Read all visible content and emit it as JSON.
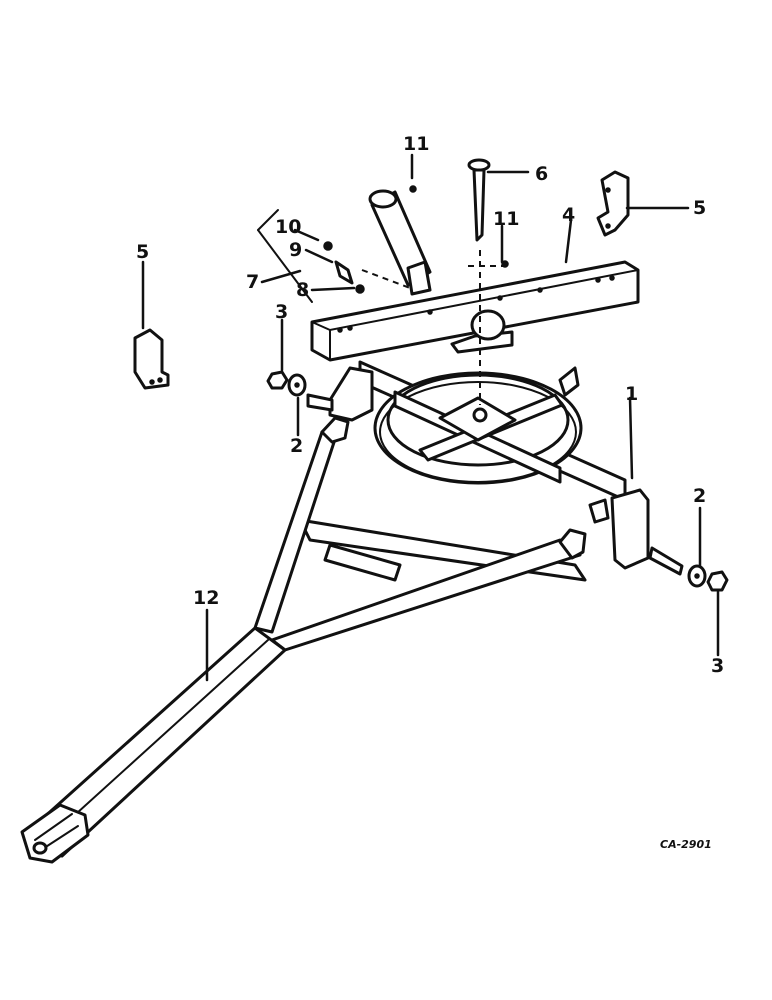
{
  "callouts": {
    "c1": "1",
    "c2_left": "2",
    "c2_right": "2",
    "c3_left": "3",
    "c3_right": "3",
    "c4": "4",
    "c5_left": "5",
    "c5_right": "5",
    "c6": "6",
    "c7": "7",
    "c8": "8",
    "c9": "9",
    "c10": "10",
    "c11_top": "11",
    "c11_right": "11",
    "c12": "12"
  },
  "drawing_code": "CA-2901"
}
